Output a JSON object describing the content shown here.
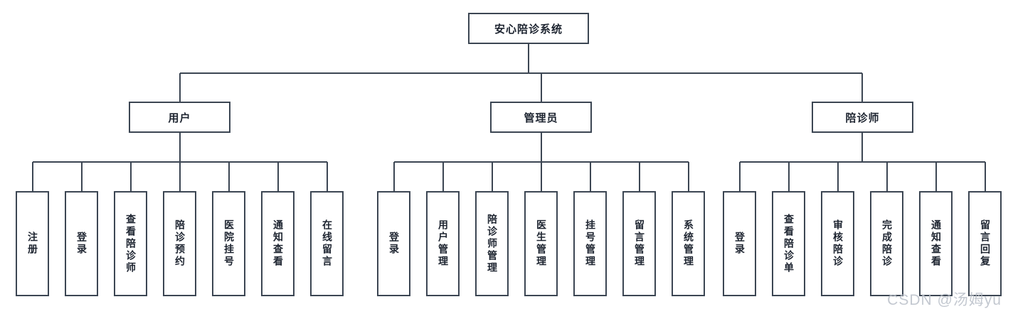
{
  "diagram": {
    "title": "安心陪诊系统",
    "type": "tree",
    "root": {
      "label": "安心陪诊系统"
    },
    "groups": [
      {
        "label": "用户",
        "leaves": [
          {
            "label": "注册"
          },
          {
            "label": "登录"
          },
          {
            "label": "查看陪诊师"
          },
          {
            "label": "陪诊预约"
          },
          {
            "label": "医院挂号"
          },
          {
            "label": "通知查看"
          },
          {
            "label": "在线留言"
          }
        ]
      },
      {
        "label": "管理员",
        "leaves": [
          {
            "label": "登录"
          },
          {
            "label": "用户管理"
          },
          {
            "label": "陪诊师管理"
          },
          {
            "label": "医生管理"
          },
          {
            "label": "挂号管理"
          },
          {
            "label": "留言管理"
          },
          {
            "label": "系统管理"
          }
        ]
      },
      {
        "label": "陪诊师",
        "leaves": [
          {
            "label": "登录"
          },
          {
            "label": "查看陪诊单"
          },
          {
            "label": "审核陪诊"
          },
          {
            "label": "完成陪诊"
          },
          {
            "label": "通知查看"
          },
          {
            "label": "留言回复"
          }
        ]
      }
    ]
  },
  "watermark": {
    "text": "CSDN @汤姆yu"
  },
  "colors": {
    "line": "#3c4653",
    "box_border": "#3c4653",
    "box_fill": "#ffffff",
    "text": "#1d2430",
    "watermark": "#b9bfc8",
    "background": "#ffffff"
  }
}
